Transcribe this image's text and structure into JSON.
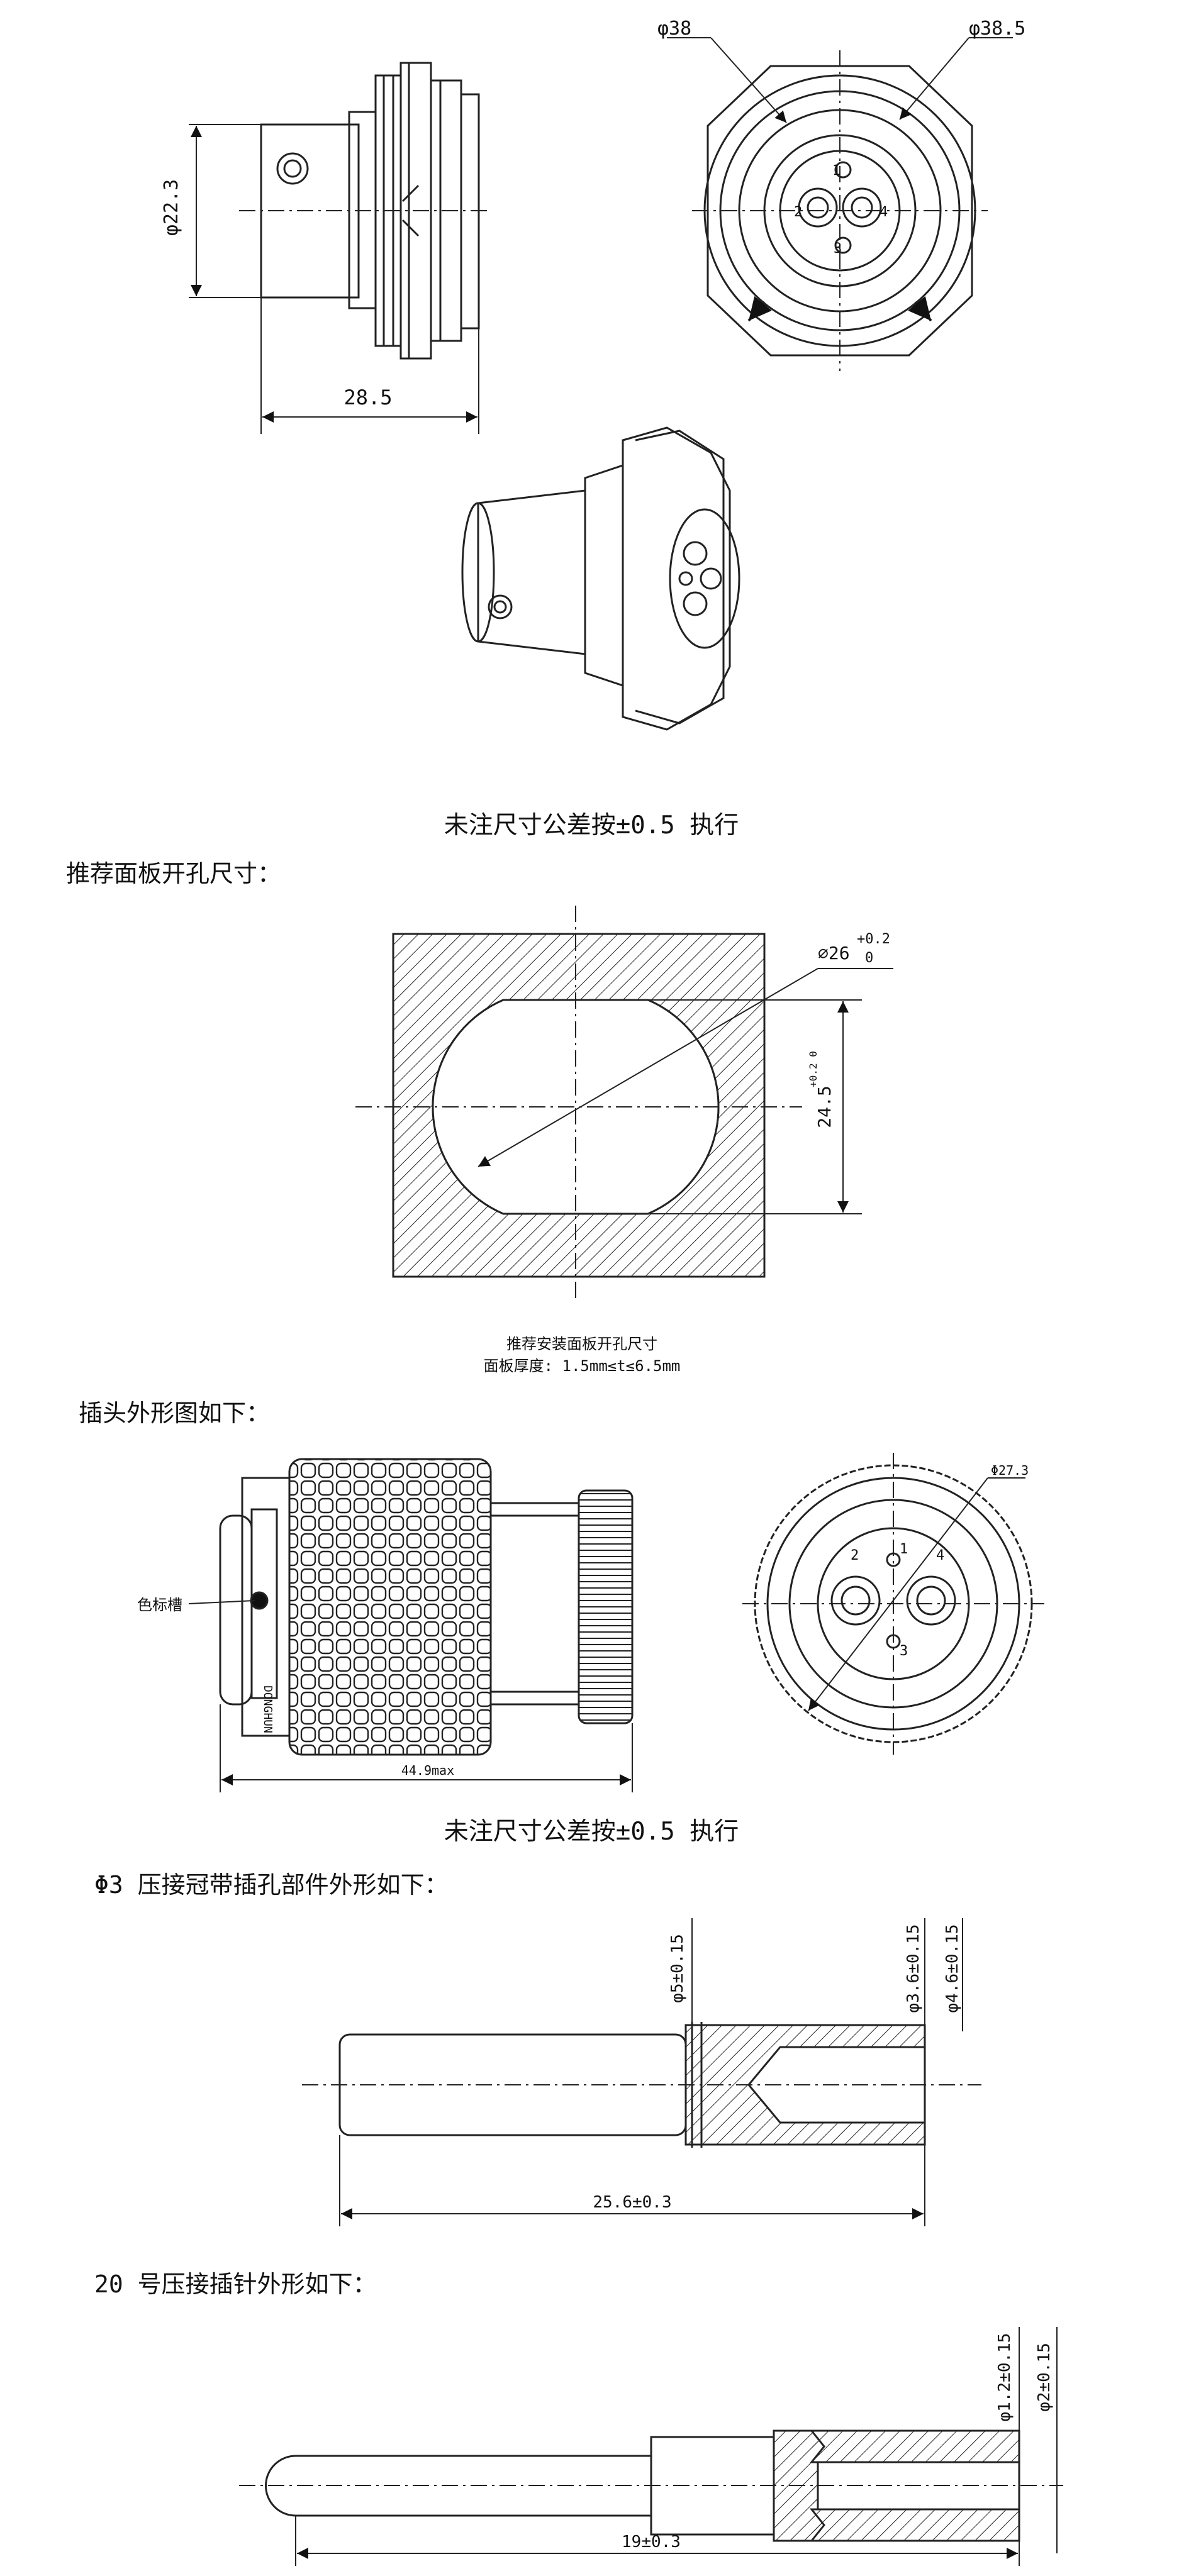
{
  "section1": {
    "dim_height": "φ22.3",
    "dim_length": "28.5",
    "dim_d1": "φ38",
    "dim_d2": "φ38.5",
    "pin_labels": [
      "1",
      "2",
      "3",
      "4"
    ],
    "tolerance_note": "未注尺寸公差按±0.5 执行"
  },
  "section2": {
    "heading": "推荐面板开孔尺寸：",
    "dim_diameter": "∅26",
    "dim_diameter_tol_upper": "+0.2",
    "dim_diameter_tol_lower": "0",
    "dim_flat": "24.5",
    "dim_flat_tol": "+0.2 0",
    "caption_line1": "推荐安装面板开孔尺寸",
    "caption_line2": "面板厚度: 1.5mm≤t≤6.5mm"
  },
  "section3": {
    "heading": "插头外形图如下：",
    "color_ring_label": "色标槽",
    "brand_text": "DONGHUN",
    "dim_length": "44.9max",
    "dim_diameter": "Φ27.3",
    "pin_labels": [
      "1",
      "2",
      "3",
      "4"
    ],
    "tolerance_note": "未注尺寸公差按±0.5 执行"
  },
  "section4": {
    "heading": "Φ3 压接冠带插孔部件外形如下：",
    "dim_d1": "φ5±0.15",
    "dim_d2": "φ3.6±0.15",
    "dim_d3": "φ4.6±0.15",
    "dim_length": "25.6±0.3"
  },
  "section5": {
    "heading": "20 号压接插针外形如下：",
    "dim_d1": "φ1.2±0.15",
    "dim_d2": "φ2±0.15",
    "dim_length": "19±0.3"
  }
}
